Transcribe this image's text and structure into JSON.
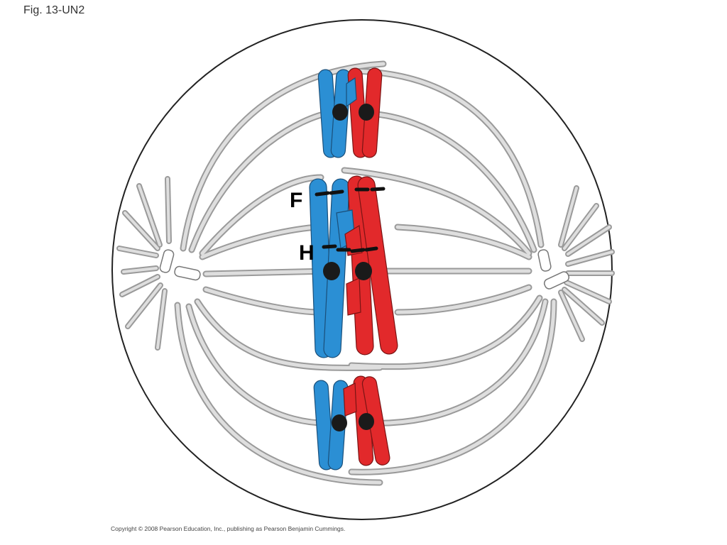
{
  "figure_label": "Fig. 13-UN2",
  "copyright": "Copyright © 2008 Pearson Education, Inc., publishing as Pearson Benjamin Cummings.",
  "labels": {
    "f": "F",
    "h": "H"
  },
  "colors": {
    "maternal_chromosome": "#2b8fd4",
    "paternal_chromosome": "#e2292b",
    "spindle_fiber": "#c8c8c8",
    "centromere": "#1a1a1a",
    "cell_outline": "#222222"
  }
}
